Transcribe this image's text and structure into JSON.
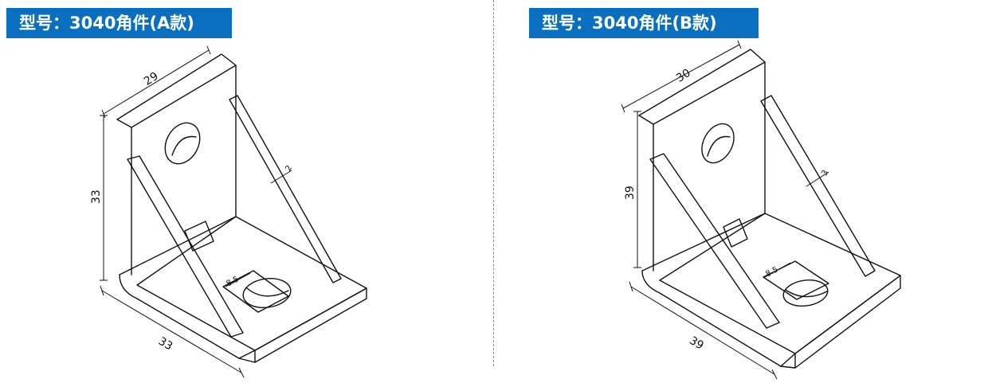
{
  "panels": [
    {
      "title": "型号：3040角件(A款)",
      "dimensions": {
        "top_width": "29",
        "height": "33",
        "base_depth": "33",
        "rib_thickness": "2",
        "slot": "8.5"
      }
    },
    {
      "title": "型号：3040角件(B款)",
      "dimensions": {
        "top_width": "30",
        "height": "39",
        "base_depth": "39",
        "rib_thickness": "3",
        "slot": "8.5"
      }
    }
  ],
  "colors": {
    "title_bar": "#0a6fbf",
    "title_text": "#ffffff",
    "line": "#111111",
    "divider": "#888888"
  }
}
